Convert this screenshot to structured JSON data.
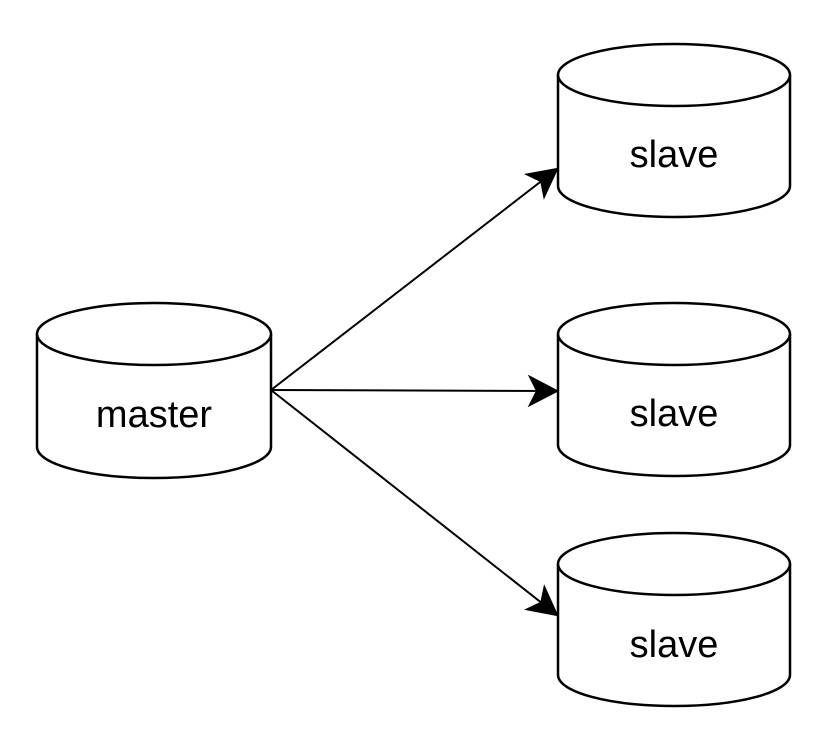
{
  "canvas": {
    "background": "#ffffff"
  },
  "diagram": {
    "description": "master-slave database replication topology",
    "colors": {
      "stroke": "#000000",
      "shape_fill": "#ffffff",
      "text": "#000000"
    },
    "nodes": [
      {
        "id": "master",
        "shape": "database-cylinder",
        "label": "master"
      },
      {
        "id": "slave-1",
        "shape": "database-cylinder",
        "label": "slave"
      },
      {
        "id": "slave-2",
        "shape": "database-cylinder",
        "label": "slave"
      },
      {
        "id": "slave-3",
        "shape": "database-cylinder",
        "label": "slave"
      }
    ],
    "edges": [
      {
        "from": "master",
        "to": "slave-1",
        "style": "solid-arrow"
      },
      {
        "from": "master",
        "to": "slave-2",
        "style": "solid-arrow"
      },
      {
        "from": "master",
        "to": "slave-3",
        "style": "solid-arrow"
      }
    ]
  }
}
